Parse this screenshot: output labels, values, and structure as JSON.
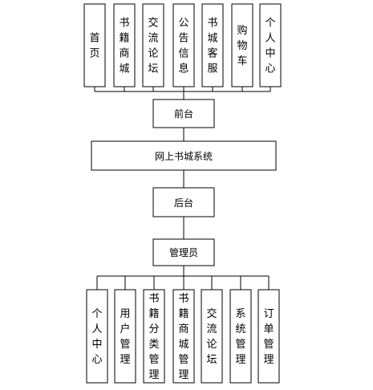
{
  "top_modules": [
    {
      "label": "首页"
    },
    {
      "label": "书籍商城"
    },
    {
      "label": "交流论坛"
    },
    {
      "label": "公告信息"
    },
    {
      "label": "书城客服"
    },
    {
      "label": "购物车"
    },
    {
      "label": "个人中心"
    }
  ],
  "front_end": {
    "label": "前台"
  },
  "system": {
    "label": "网上书城系统"
  },
  "back_end": {
    "label": "后台"
  },
  "admin": {
    "label": "管理员"
  },
  "admin_modules": [
    {
      "label": "个人中心"
    },
    {
      "label": "用户管理"
    },
    {
      "label": "书籍分类管理"
    },
    {
      "label": "书籍商城管理"
    },
    {
      "label": "交流论坛"
    },
    {
      "label": "系统管理"
    },
    {
      "label": "订单管理"
    }
  ]
}
